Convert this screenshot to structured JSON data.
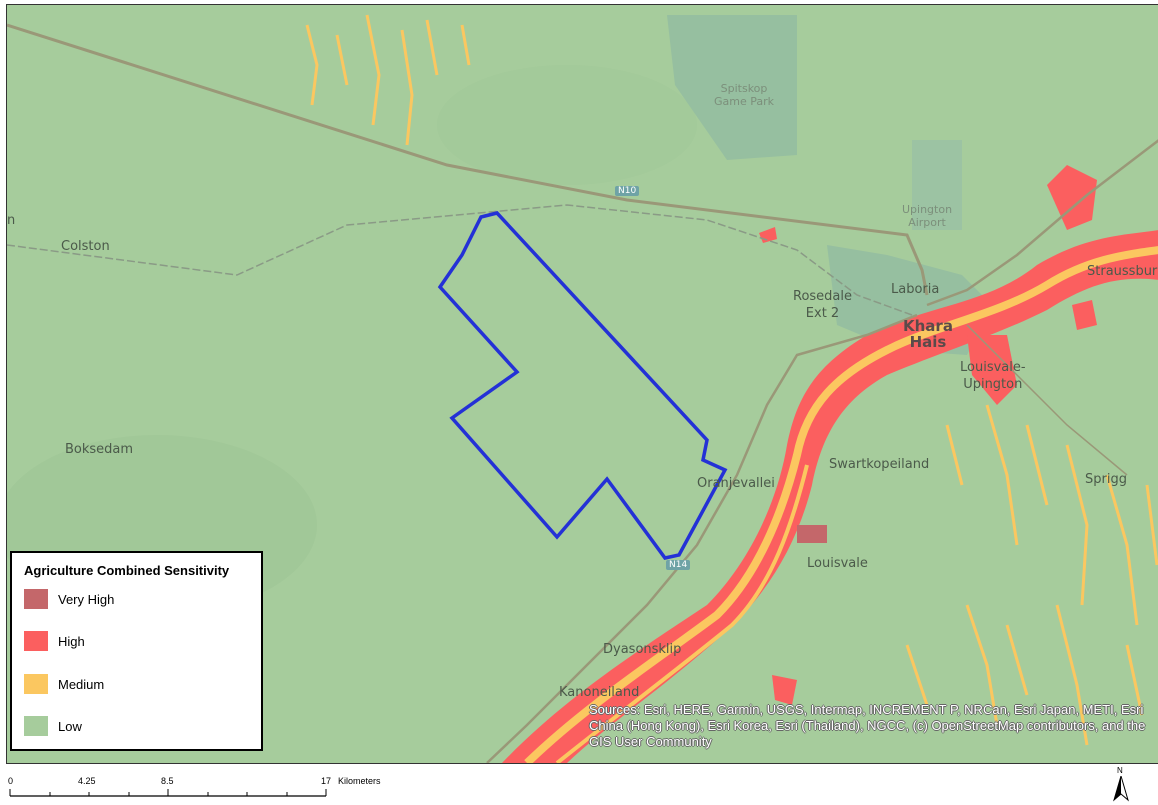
{
  "map": {
    "places": {
      "spitskop": "Spitskop\nGame Park",
      "upington_airport": "Upington\nAirport",
      "colston": "Colston",
      "boksedam": "Boksedam",
      "rosedale": "Rosedale\nExt 2",
      "laboria": "Laboria",
      "khara_hais": "Khara\nHais",
      "louisvale_upington": "Louisvale-\nUpington",
      "straussburg": "Straussbur",
      "swartkopeiland": "Swartkopeiland",
      "oranjevallei": "Oranjevallei",
      "sprigg": "Sprigg",
      "louisvale": "Louisvale",
      "dyasonsklip": "Dyasonsklip",
      "kanoneiland": "Kanoneiland",
      "edge_n": "n"
    },
    "shields": {
      "n10": "N10",
      "n14": "N14"
    }
  },
  "legend": {
    "title": "Agriculture Combined Sensitivity",
    "items": [
      {
        "label": "Very High",
        "color": "#c4676a"
      },
      {
        "label": "High",
        "color": "#fb5f5f"
      },
      {
        "label": "Medium",
        "color": "#fbc760"
      },
      {
        "label": "Low",
        "color": "#a6cc9c"
      }
    ]
  },
  "attribution": "Sources: Esri, HERE, Garmin, USGS, Intermap, INCREMENT P, NRCan, Esri Japan, METI, Esri China (Hong Kong), Esri Korea, Esri (Thailand), NGCC, (c) OpenStreetMap contributors, and the GIS User Community",
  "scalebar": {
    "labels": [
      "0",
      "4.25",
      "8.5",
      "17"
    ],
    "unit": "Kilometers"
  },
  "north_arrow": {
    "label": "N",
    "icon": "north-arrow-icon"
  },
  "colors": {
    "boundary": "#2431d6",
    "road": "#9a9878",
    "rail": "#8a9a86",
    "urban": "#96bfa0"
  }
}
